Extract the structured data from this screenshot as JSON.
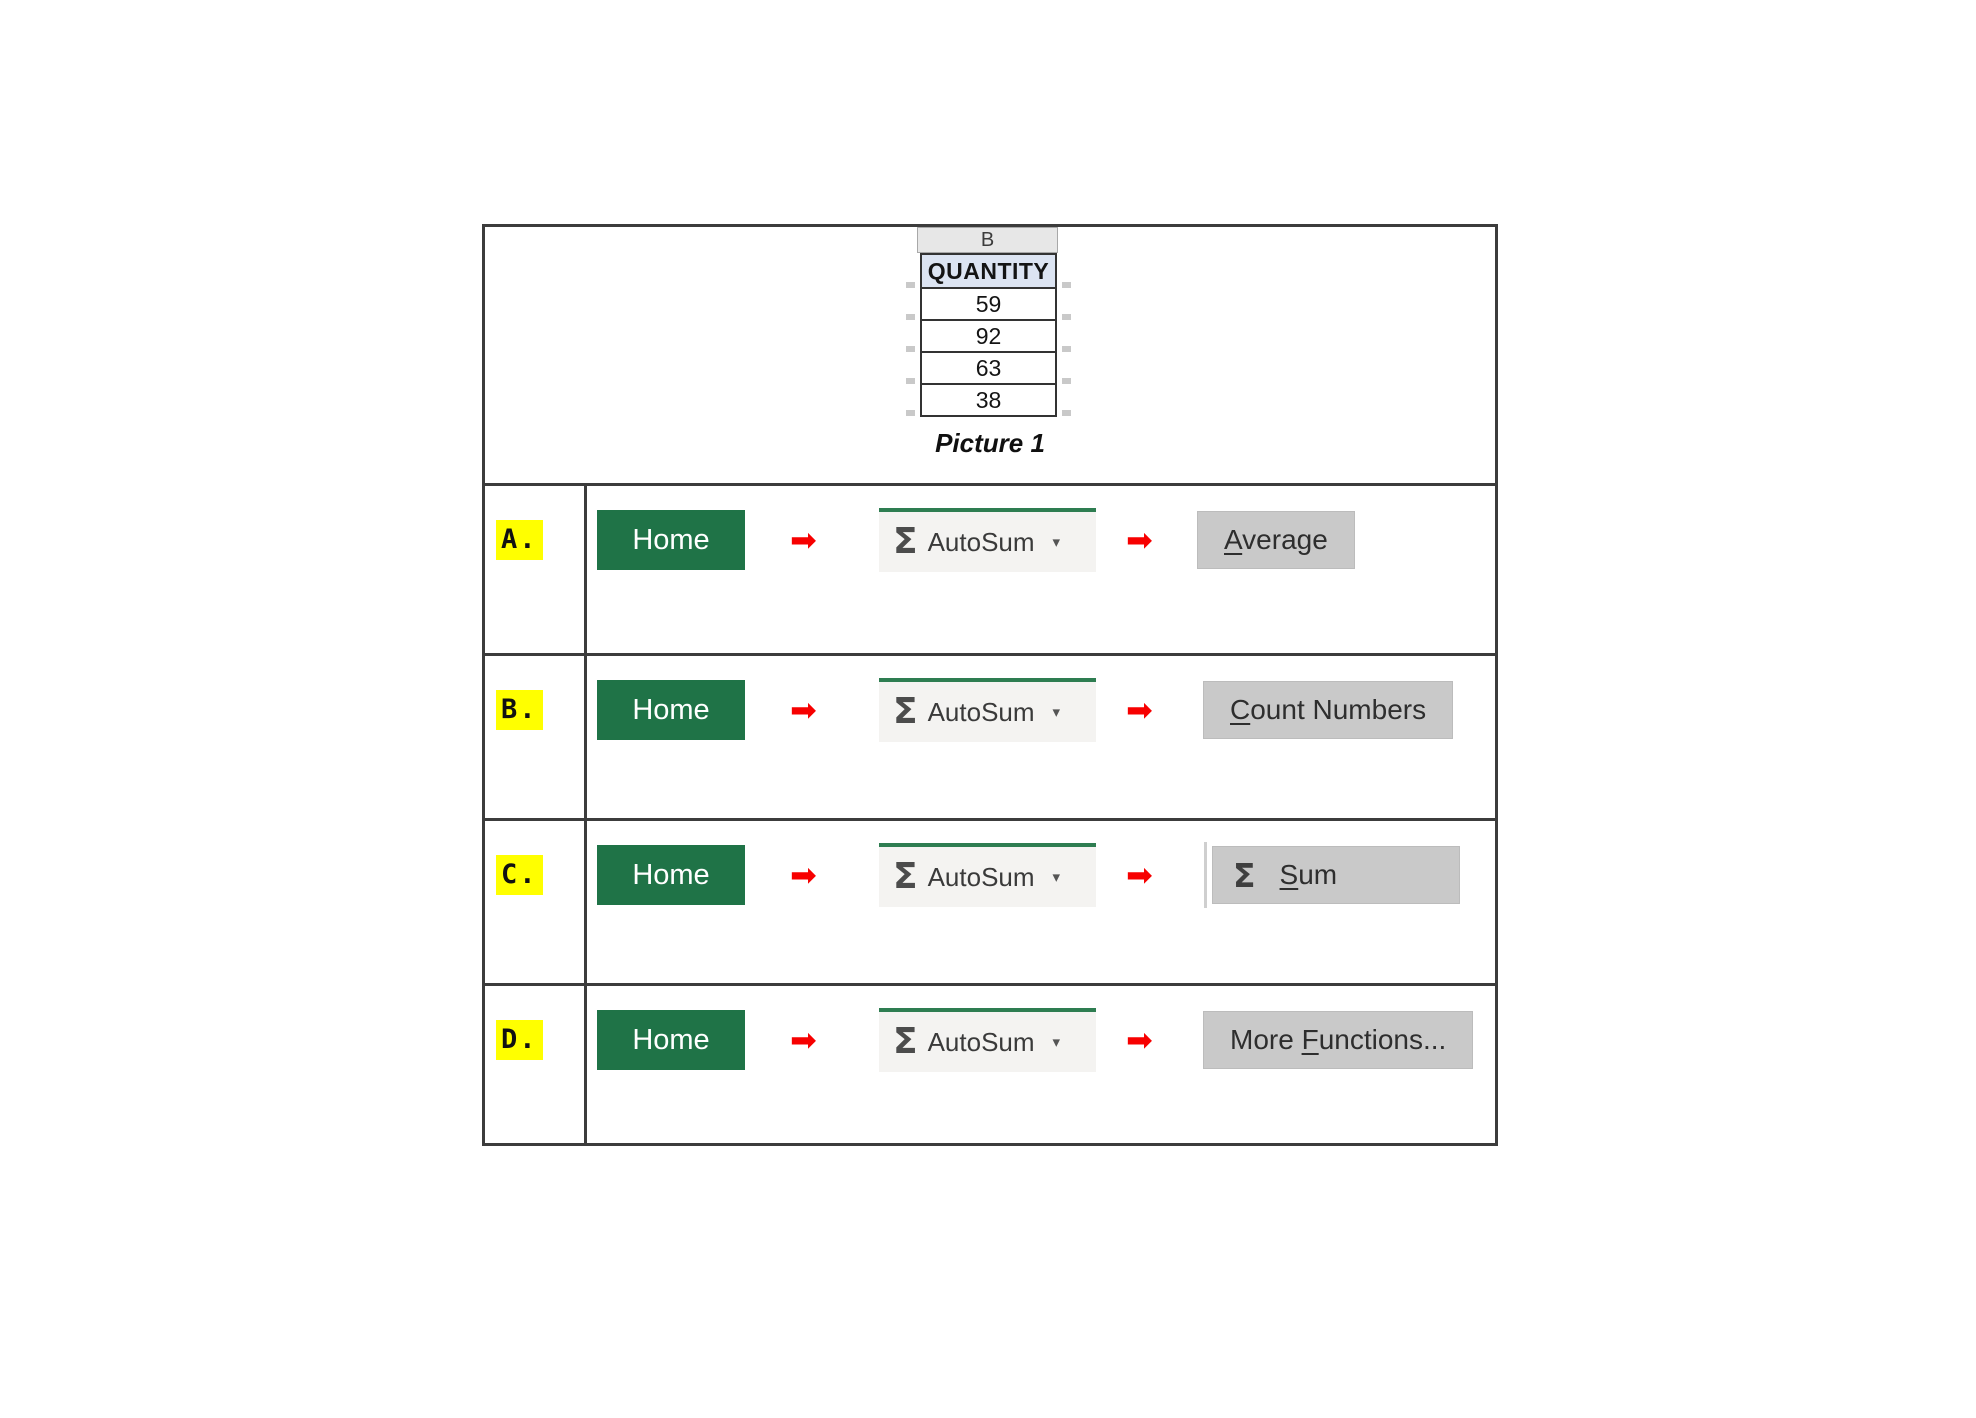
{
  "picture": {
    "column_letter": "B",
    "header": "QUANTITY",
    "values": [
      "59",
      "92",
      "63",
      "38"
    ],
    "caption": "Picture 1"
  },
  "glyphs": {
    "sigma": "Σ",
    "arrow": "➡",
    "caret": "▾"
  },
  "colors": {
    "home_green": "#1f7347",
    "autosum_accent_green": "#2e7d51",
    "arrow_red": "#f70000",
    "highlight_yellow": "#ffff00",
    "result_button_gray": "#c9c9c9",
    "quantity_header_blue": "#dce4f2"
  },
  "options": [
    {
      "letter": "A.",
      "home": "Home",
      "autosum": "AutoSum",
      "result_pre": "",
      "result_accel": "A",
      "result_rest": "verage",
      "result_icon": ""
    },
    {
      "letter": "B.",
      "home": "Home",
      "autosum": "AutoSum",
      "result_pre": "",
      "result_accel": "C",
      "result_rest": "ount Numbers",
      "result_icon": ""
    },
    {
      "letter": "C.",
      "home": "Home",
      "autosum": "AutoSum",
      "result_pre": "",
      "result_accel": "S",
      "result_rest": "um",
      "result_icon": "Σ"
    },
    {
      "letter": "D.",
      "home": "Home",
      "autosum": "AutoSum",
      "result_pre": "More ",
      "result_accel": "F",
      "result_rest": "unctions...",
      "result_icon": ""
    }
  ]
}
